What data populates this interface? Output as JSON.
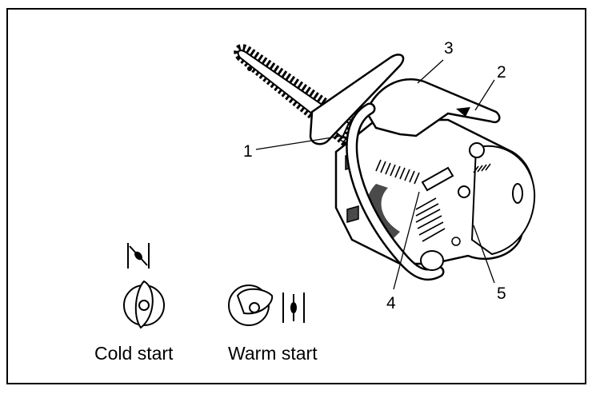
{
  "callouts": [
    "1",
    "2",
    "3",
    "4",
    "5"
  ],
  "captions": {
    "cold_start": "Cold start",
    "warm_start": "Warm start"
  },
  "colors": {
    "line": "#000000",
    "background": "#ffffff",
    "shade": "#4a4a4a"
  }
}
